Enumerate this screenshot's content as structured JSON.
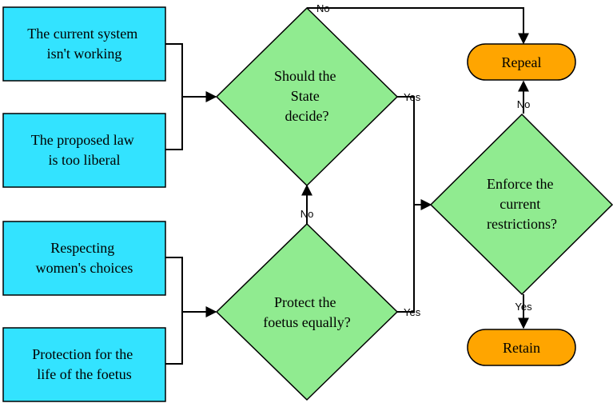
{
  "colors": {
    "reason_box": "#33e3ff",
    "decision": "#90eb90",
    "outcome": "#ffa500",
    "stroke": "#000000"
  },
  "reasons": {
    "current_system": [
      "The current system",
      "isn't working"
    ],
    "proposed_law": [
      "The proposed law",
      "is too liberal"
    ],
    "womens_choices": [
      "Respecting",
      "women's choices"
    ],
    "foetus_protection": [
      "Protection for the",
      "life of the foetus"
    ]
  },
  "decisions": {
    "state_decide": [
      "Should the",
      "State",
      "decide?"
    ],
    "protect_foetus": [
      "Protect the",
      "foetus equally?"
    ],
    "enforce": [
      "Enforce the",
      "current",
      "restrictions?"
    ]
  },
  "outcomes": {
    "repeal": "Repeal",
    "retain": "Retain"
  },
  "edge_labels": {
    "state_no": "No",
    "state_yes": "Yes",
    "protect_no": "No",
    "protect_yes": "Yes",
    "enforce_no": "No",
    "enforce_yes": "Yes"
  }
}
